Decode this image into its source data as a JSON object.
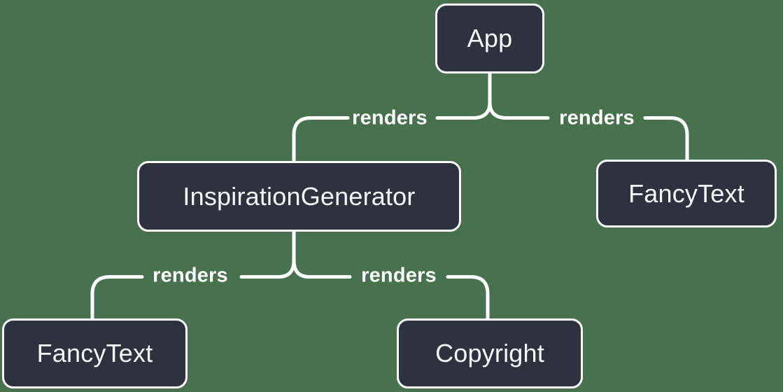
{
  "diagram": {
    "type": "tree",
    "nodes": [
      {
        "id": "app",
        "label": "App"
      },
      {
        "id": "inspiration-generator",
        "label": "InspirationGenerator"
      },
      {
        "id": "fancytext-top",
        "label": "FancyText"
      },
      {
        "id": "fancytext-bottom",
        "label": "FancyText"
      },
      {
        "id": "copyright",
        "label": "Copyright"
      }
    ],
    "edges": [
      {
        "from": "App",
        "to": "InspirationGenerator",
        "label": "renders"
      },
      {
        "from": "App",
        "to": "FancyText",
        "label": "renders"
      },
      {
        "from": "InspirationGenerator",
        "to": "FancyText",
        "label": "renders"
      },
      {
        "from": "InspirationGenerator",
        "to": "Copyright",
        "label": "renders"
      }
    ],
    "colors": {
      "background": "#47714f",
      "node_fill": "#2c323e",
      "node_border": "#ffffff",
      "node_text": "#f6f7f9",
      "edge_stroke": "#ffffff",
      "edge_label_text": "#ffffff"
    }
  }
}
